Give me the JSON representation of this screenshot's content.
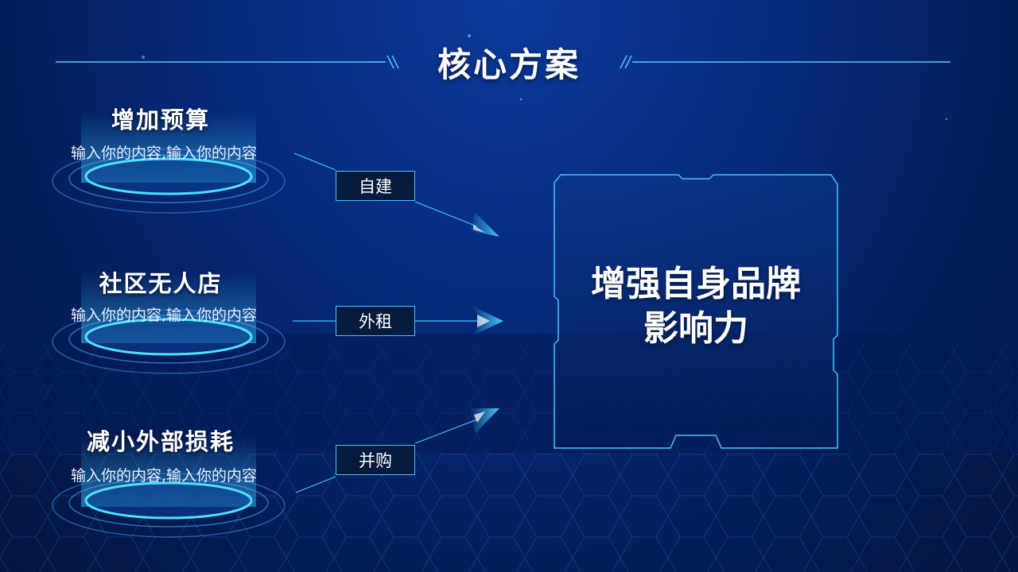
{
  "title": "核心方案",
  "items": [
    {
      "title": "增加预算",
      "desc": "输入你的内容,输入你的内容",
      "tag": "自建"
    },
    {
      "title": "社区无人店",
      "desc": "输入你的内容,输入你的内容",
      "tag": "外租"
    },
    {
      "title": "减小外部损耗",
      "desc": "输入你的内容,输入你的内容",
      "tag": "并购"
    }
  ],
  "center": {
    "line1": "增强自身品牌",
    "line2": "影响力"
  },
  "colors": {
    "accent": "#3fc6ff",
    "background": "#062a7a",
    "glow": "#4fe0ff"
  }
}
